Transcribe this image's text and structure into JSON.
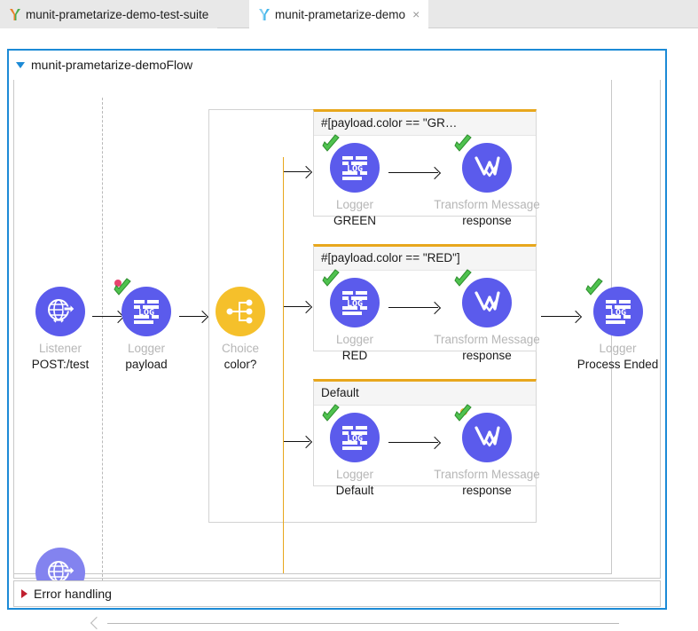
{
  "tabs": [
    {
      "label": "munit-prametarize-demo-test-suite",
      "icon": "mule-icon",
      "active": false,
      "closable": false
    },
    {
      "label": "munit-prametarize-demo",
      "icon": "mule-icon",
      "active": true,
      "closable": true,
      "close_label": "×"
    }
  ],
  "flow": {
    "name": "munit-prametarize-demoFlow",
    "expander_icon": "triangle-down-icon",
    "error_handling": {
      "label": "Error handling",
      "expander_icon": "triangle-right-icon"
    }
  },
  "colors": {
    "node_purple": "#5b5bec",
    "node_purple_light": "#8383ef",
    "choice_amber": "#f5c02b",
    "scope_border": "#e8a71d",
    "flow_border": "#1c8ad6",
    "type_label": "#b6b6b6",
    "error_triangle": "#c02030"
  },
  "main_flow": [
    {
      "id": "listener",
      "type": "Listener",
      "name": "POST:/test",
      "icon": "globe-http-icon",
      "color": "#5b5bec",
      "badge": null
    },
    {
      "id": "logger-payload",
      "type": "Logger",
      "name": "payload",
      "icon": "logger-icon",
      "color": "#5b5bec",
      "badge": "green-check-badge"
    },
    {
      "id": "choice",
      "type": "Choice",
      "name": "color?",
      "icon": "choice-branch-icon",
      "color": "#f5c02b",
      "badge": null
    },
    {
      "id": "logger-end",
      "type": "Logger",
      "name": "Process Ended",
      "icon": "logger-icon",
      "color": "#5b5bec",
      "badge": "green-check-badge"
    }
  ],
  "response_node": {
    "id": "response-listener",
    "type": "",
    "name": "",
    "icon": "globe-http-icon",
    "color": "#8383ef"
  },
  "branches": [
    {
      "condition": "#[payload.color == \"GR…",
      "steps": [
        {
          "type": "Logger",
          "name": "GREEN",
          "icon": "logger-icon",
          "badge": "green-check-badge"
        },
        {
          "type": "Transform Message",
          "name": "response",
          "icon": "transform-message-icon",
          "badge": "green-check-badge"
        }
      ]
    },
    {
      "condition": "#[payload.color == \"RED\"]",
      "steps": [
        {
          "type": "Logger",
          "name": "RED",
          "icon": "logger-icon",
          "badge": "green-check-badge"
        },
        {
          "type": "Transform Message",
          "name": "response",
          "icon": "transform-message-icon",
          "badge": "green-check-badge"
        }
      ]
    },
    {
      "condition": "Default",
      "steps": [
        {
          "type": "Logger",
          "name": "Default",
          "icon": "logger-icon",
          "badge": "green-check-badge"
        },
        {
          "type": "Transform Message",
          "name": "response",
          "icon": "transform-message-icon",
          "badge": "green-check-badge"
        }
      ]
    }
  ]
}
